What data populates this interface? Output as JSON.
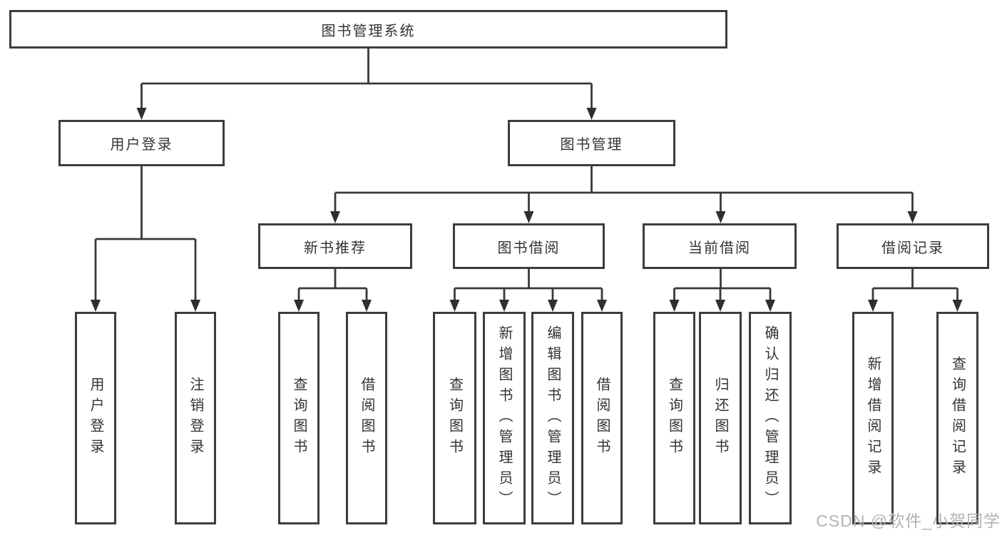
{
  "diagram_title": "图书管理系统",
  "watermark": {
    "text": "CSDN @软件_小贺同学"
  },
  "colors": {
    "line": "#3a3a3a",
    "border": "#3d3d3d",
    "text": "#333333",
    "box_background": "#ffffff",
    "watermark": "#b3b3b3"
  },
  "tree": {
    "root": {
      "label": "图书管理系统"
    },
    "branches": [
      {
        "label": "用户登录",
        "children": [
          {
            "label": "用户登录"
          },
          {
            "label": "注销登录"
          }
        ]
      },
      {
        "label": "图书管理",
        "children": [
          {
            "label": "新书推荐",
            "children": [
              {
                "label": "查询图书"
              },
              {
                "label": "借阅图书"
              }
            ]
          },
          {
            "label": "图书借阅",
            "children": [
              {
                "label": "查询图书"
              },
              {
                "label": "新增图书（管理员）"
              },
              {
                "label": "编辑图书（管理员）"
              },
              {
                "label": "借阅图书"
              }
            ]
          },
          {
            "label": "当前借阅",
            "children": [
              {
                "label": "查询图书"
              },
              {
                "label": "归还图书"
              },
              {
                "label": "确认归还（管理员）"
              }
            ]
          },
          {
            "label": "借阅记录",
            "children": [
              {
                "label": "新增借阅记录"
              },
              {
                "label": "查询借阅记录"
              }
            ]
          }
        ]
      }
    ]
  }
}
